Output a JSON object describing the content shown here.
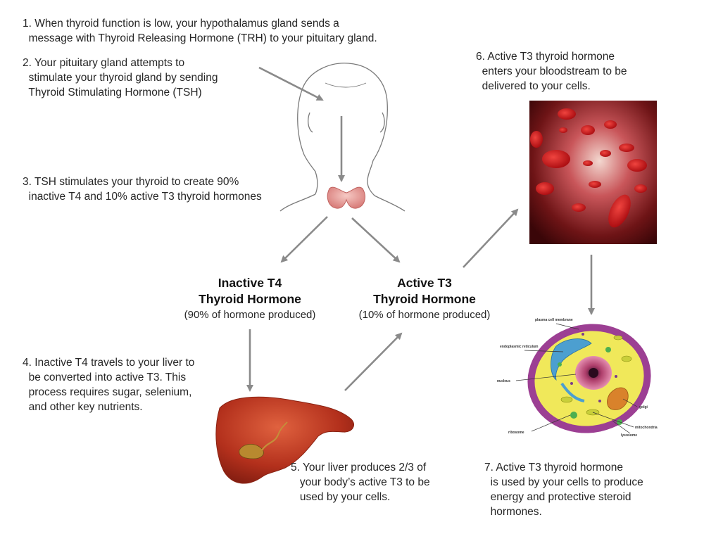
{
  "steps": {
    "s1": {
      "line1": "1. When thyroid function is low, your hypothalamus gland sends a",
      "line2": "message with Thyroid Releasing Hormone (TRH) to your pituitary gland."
    },
    "s2": {
      "line1": "2. Your pituitary gland attempts to",
      "line2": "stimulate your thyroid gland by sending",
      "line3": "Thyroid Stimulating Hormone (TSH)"
    },
    "s3": {
      "line1": "3. TSH stimulates your thyroid to create 90%",
      "line2": "inactive T4 and 10% active T3 thyroid hormones"
    },
    "s4": {
      "line1": "4. Inactive T4 travels to your liver to",
      "line2": "be converted into active T3. This",
      "line3": "process requires sugar, selenium,",
      "line4": "and other key nutrients."
    },
    "s5": {
      "line1": "5. Your liver produces 2/3 of",
      "line2": "your body’s active T3 to be",
      "line3": "used by your cells."
    },
    "s6": {
      "line1": "6. Active T3 thyroid hormone",
      "line2": "enters your bloodstream to be",
      "line3": "delivered to your cells."
    },
    "s7": {
      "line1": "7. Active T3 thyroid hormone",
      "line2": "is used by your cells to produce",
      "line3": "energy and protective steroid",
      "line4": "hormones."
    }
  },
  "hormones": {
    "inactive": {
      "line1": "Inactive T4",
      "line2": "Thyroid Hormone",
      "sub": "(90% of hormone produced)"
    },
    "active": {
      "line1": "Active T3",
      "line2": "Thyroid Hormone",
      "sub": "(10% of hormone produced)"
    }
  },
  "cell_labels": {
    "membrane": "plasma cell membrane",
    "er": "endoplasmic reticulum",
    "nucleus": "nucleus",
    "golgi": "golgi",
    "ribosome": "ribosome",
    "mitochondria": "mitochondria",
    "lysosome": "lysosome"
  },
  "colors": {
    "arrow": "#8a8a8a",
    "blood": "#b3161b",
    "liver": "#b8321e",
    "cell_membrane": "#9c3f93",
    "cytoplasm": "#f0e85a"
  }
}
